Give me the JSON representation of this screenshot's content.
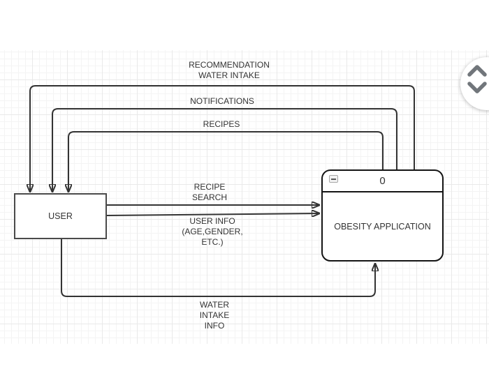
{
  "diagram": {
    "type": "data-flow-diagram",
    "entities": {
      "user": {
        "label": "USER"
      },
      "application": {
        "label": "OBESITY APPLICATION",
        "process_id": "0",
        "header_icon": "collapse-minus-icon"
      }
    },
    "flows": {
      "recommendation_water_intake": {
        "direction": "application-to-user",
        "lines": [
          "RECOMMENDATION",
          "WATER INTAKE"
        ]
      },
      "notifications": {
        "direction": "application-to-user",
        "lines": [
          "NOTIFICATIONS"
        ]
      },
      "recipes": {
        "direction": "application-to-user",
        "lines": [
          "RECIPES"
        ]
      },
      "recipe_search": {
        "direction": "user-to-application",
        "lines": [
          "RECIPE",
          "SEARCH"
        ]
      },
      "user_info": {
        "direction": "user-to-application",
        "lines": [
          "USER INFO",
          "(AGE,GENDER,",
          "ETC.)"
        ]
      },
      "water_intake_info": {
        "direction": "user-to-application",
        "lines": [
          "WATER",
          "INTAKE",
          "INFO"
        ]
      }
    }
  },
  "scroll_widget": {
    "up_icon": "chevron-up-icon",
    "down_icon": "chevron-down-icon"
  },
  "colors": {
    "stroke": "#333333",
    "text": "#333333",
    "process_border": "#141414",
    "grid_minor": "#f4f4f4",
    "grid_major": "#e9e9e9",
    "chevron": "#71767b",
    "canvas_bg": "#ffffff"
  }
}
